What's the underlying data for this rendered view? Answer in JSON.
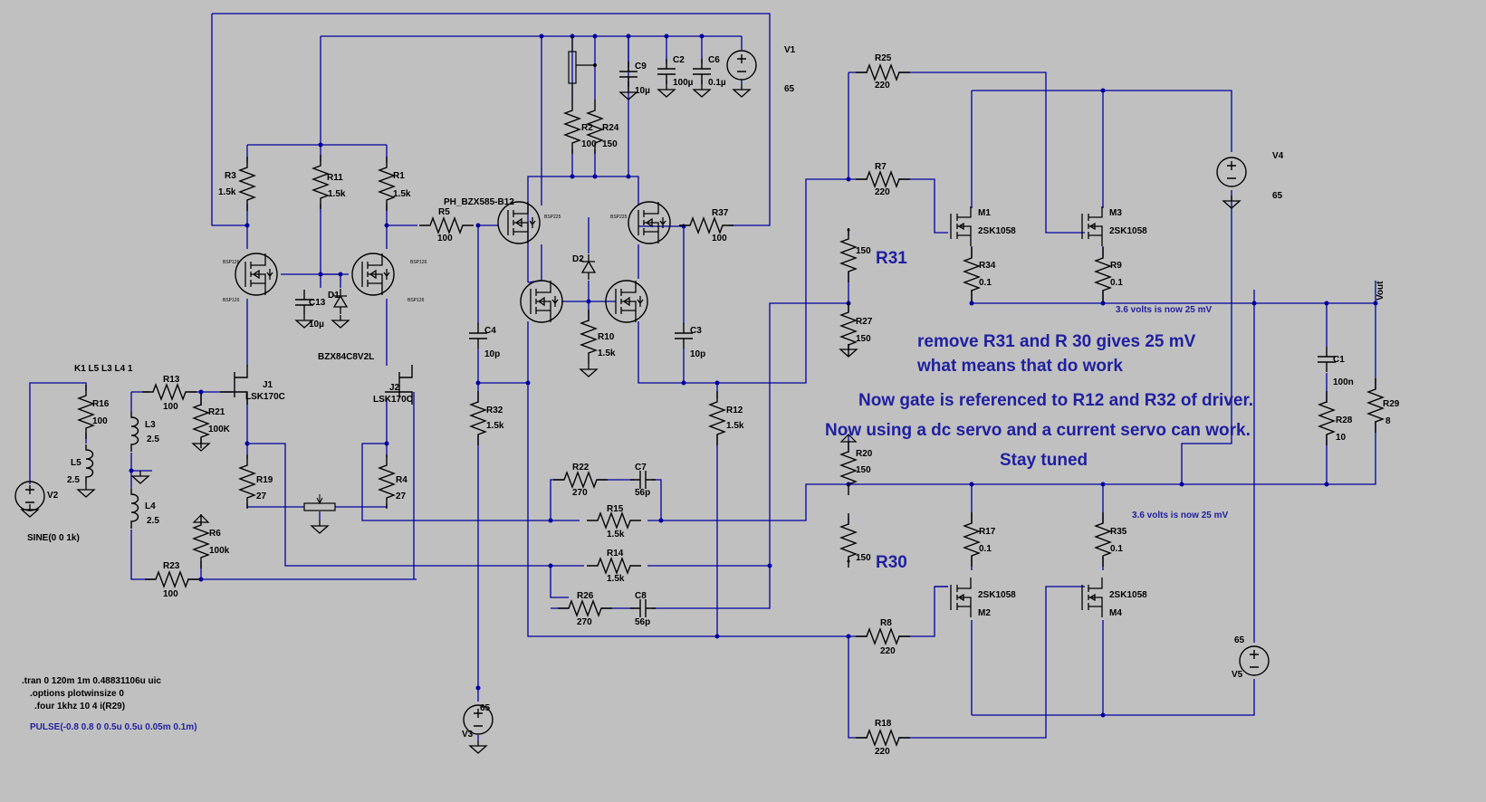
{
  "labels": {
    "R3": "R3",
    "R3_val": "1.5k",
    "R11": "R11",
    "R11_val": "1.5k",
    "R1": "R1",
    "R1_val": "1.5k",
    "R5": "R5",
    "R5_val": "100",
    "R2": "R2",
    "R2_val": "100",
    "R24": "R24",
    "R24_val": "150",
    "R37": "R37",
    "R37_val": "100",
    "R25": "R25",
    "R25_val": "220",
    "R7": "R7",
    "R7_val": "220",
    "R31_val": "150",
    "R27": "R27",
    "R27_val": "150",
    "R34": "R34",
    "R34_val": "0.1",
    "R9": "R9",
    "R9_val": "0.1",
    "R10": "R10",
    "R10_val": "1.5k",
    "R32": "R32",
    "R32_val": "1.5k",
    "R12": "R12",
    "R12_val": "1.5k",
    "R13": "R13",
    "R13_val": "100",
    "R16": "R16",
    "R16_val": "100",
    "R21": "R21",
    "R21_val": "100K",
    "R19": "R19",
    "R19_val": "27",
    "R4": "R4",
    "R4_val": "27",
    "R6": "R6",
    "R6_val": "100k",
    "R23": "R23",
    "R23_val": "100",
    "R22": "R22",
    "R22_val": "270",
    "R15": "R15",
    "R15_val": "1.5k",
    "R14": "R14",
    "R14_val": "1.5k",
    "R26": "R26",
    "R26_val": "270",
    "R20": "R20",
    "R20_val": "150",
    "R30_val": "150",
    "R17": "R17",
    "R17_val": "0.1",
    "R35": "R35",
    "R35_val": "0.1",
    "R8": "R8",
    "R8_val": "220",
    "R18": "R18",
    "R18_val": "220",
    "R28": "R28",
    "R28_val": "10",
    "R29": "R29",
    "R29_val": "8",
    "C9": "C9",
    "C9_val": "10µ",
    "C2": "C2",
    "C2_val": "100µ",
    "C6": "C6",
    "C6_val": "0.1µ",
    "C13": "C13",
    "C13_val": "10µ",
    "C4": "C4",
    "C4_val": "10p",
    "C3": "C3",
    "C3_val": "10p",
    "C7": "C7",
    "C7_val": "56p",
    "C8": "C8",
    "C8_val": "56p",
    "C1": "C1",
    "C1_val": "100n",
    "D1": "D1",
    "D1_val": "BZX84C8V2L",
    "D2": "D2",
    "PH": "PH_BZX585-B12",
    "J1": "J1",
    "J1_val": "LSK170C",
    "J2": "J2",
    "J2_val": "LSK170C",
    "M1": "M1",
    "M1_val": "2SK1058",
    "M3": "M3",
    "M3_val": "2SK1058",
    "M2": "M2",
    "M2_val": "2SK1058",
    "M4": "M4",
    "M4_val": "2SK1058",
    "L3": "L3",
    "L3_val": "2.5",
    "L4": "L4",
    "L4_val": "2.5",
    "L5": "L5",
    "L5_val": "2.5",
    "V1": "V1",
    "V1_val": "65",
    "V2": "V2",
    "V2_val": "SINE(0 0 1k)",
    "V3": "V3",
    "V3_val": "65",
    "V4": "V4",
    "V4_val": "65",
    "V5": "V5",
    "V5_val": "65",
    "Vout": "Vout",
    "R31_big": "R31",
    "R30_big": "R30",
    "K": "K1 L5 L3 L4 1",
    "volts_top": "3.6 volts is now 25 mV",
    "volts_bottom": "3.6 volts is now 25 mV",
    "q_small": "BSP126",
    "bsp_small": "BSP225"
  },
  "notes": [
    "remove R31 and R 30 gives 25 mV",
    "what means that do work",
    "Now gate is referenced to R12 and R32 of driver.",
    "Now using a dc servo and a current servo can work.",
    "Stay tuned"
  ],
  "spice": [
    ".tran 0 120m 1m 0.48831106u uic",
    ".options plotwinsize 0",
    ".four 1khz 10 4 i(R29)"
  ],
  "pulse": "PULSE(-0.8 0.8 0 0.5u 0.5u 0.05m 0.1m)",
  "colors": {
    "wire": "#0000a0",
    "component": "#000000",
    "text": "#1f1fa0",
    "background": "#c0c0c0"
  }
}
